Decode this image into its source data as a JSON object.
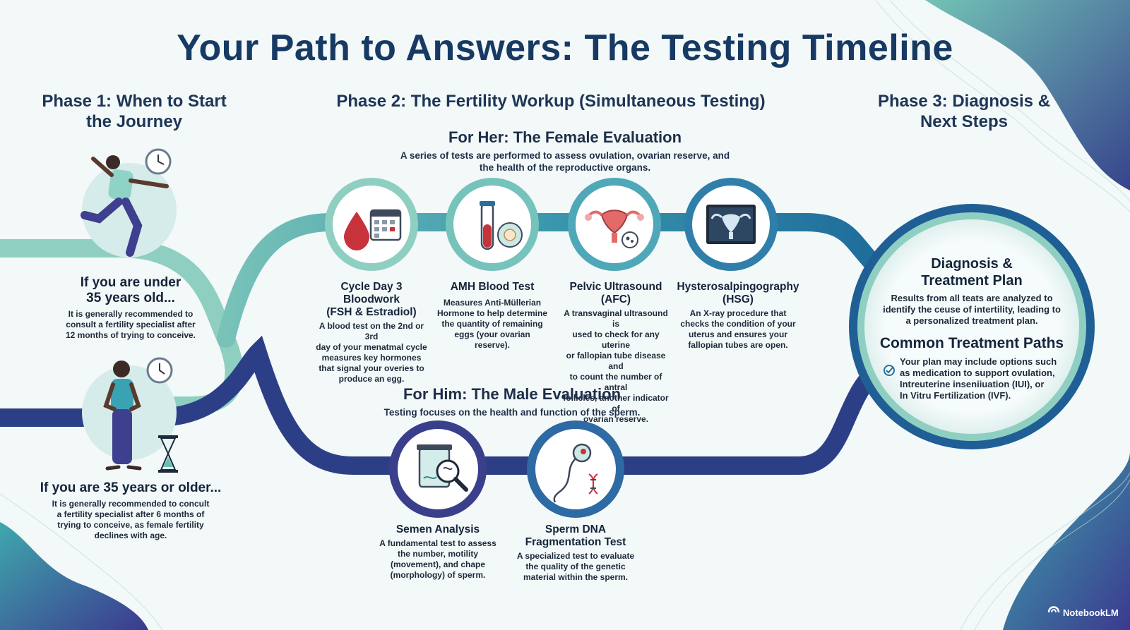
{
  "title": "Your Path to Answers: The Testing Timeline",
  "phase1": {
    "heading_line1": "Phase 1: When to Start",
    "heading_line2": "the Journey",
    "under35": {
      "heading_line1": "If you are under",
      "heading_line2": "35 years old...",
      "desc": [
        "It is generally recommended to",
        "consult a fertility specialist after",
        "12 months of trying to conceive."
      ]
    },
    "over35": {
      "heading": "If you are 35 years or older...",
      "desc": [
        "It is generally recommended to concult",
        "a fertility specialist after 6 months of",
        "trying to conceive, as female fertility",
        "declines with age."
      ]
    }
  },
  "phase2": {
    "heading": "Phase 2: The Fertility Workup (Simultaneous Testing)",
    "female": {
      "heading": "For Her: The Female Evaluation",
      "sub": [
        "A series of tests are performed to assess ovulation, ovarian reserve, and",
        "the health of the reproductive organs."
      ],
      "tests": [
        {
          "name": [
            "Cycle Day 3 Bloodwork",
            "(FSH & Estradiol)"
          ],
          "icon": "blood-drop-calendar-icon",
          "desc": [
            "A blood test on the 2nd or 3rd",
            "day of your menatmal cycle",
            "measures key hormones",
            "that signal your overies to",
            "produce an egg."
          ]
        },
        {
          "name": [
            "AMH Blood Test"
          ],
          "icon": "test-tube-icon",
          "desc": [
            "Measures Anti-Müllerian",
            "Hormone to help determine",
            "the quantity of remaining",
            "eggs (your ovarian reserve)."
          ]
        },
        {
          "name": [
            "Pelvic Ultrasound",
            "(AFC)"
          ],
          "icon": "uterus-ultrasound-icon",
          "desc": [
            "A transvaginal ultrasound is",
            "used to check for any uterine",
            "or fallopian tube disease and",
            "to count the number of antral",
            "follicles, another indicator of",
            "ovarian reserve."
          ]
        },
        {
          "name": [
            "Hysterosalpingography",
            "(HSG)"
          ],
          "icon": "xray-uterus-icon",
          "desc": [
            "An X-ray procedure that",
            "checks the condition of your",
            "uterus and ensures your",
            "fallopian tubes are open."
          ]
        }
      ]
    },
    "male": {
      "heading": "For Him: The Male Evaluation",
      "sub": "Testing focuses on the health and function of the sperm.",
      "tests": [
        {
          "name": [
            "Semen Analysis"
          ],
          "icon": "semen-sample-magnifier-icon",
          "desc": [
            "A fundamental test to assess",
            "the number, motility",
            "(movement), and chape",
            "(morphology) of sperm."
          ]
        },
        {
          "name": [
            "Sperm DNA",
            "Fragmentation Test"
          ],
          "icon": "sperm-dna-icon",
          "desc": [
            "A specialized test to evaluate",
            "the quality of the genetic",
            "material within the sperm."
          ]
        }
      ]
    }
  },
  "phase3": {
    "heading_line1": "Phase 3: Diagnosis &",
    "heading_line2": "Next Steps",
    "diagnosis": {
      "heading_line1": "Diagnosis &",
      "heading_line2": "Treatment Plan",
      "desc": [
        "Results from all teats are analyzed to",
        "identify the ceuse of intertility, leading to",
        "a personalized treatment plan."
      ]
    },
    "treatment": {
      "heading": "Common Treatment Paths",
      "desc": [
        "Your plan may include options such",
        "as medication to support ovulation,",
        "Intreuterine inseniiuation (IUI), or",
        "In Vitru Fertilization (IVF)."
      ]
    }
  },
  "brand": "NotebookLM",
  "colors": {
    "teal": "#8fcfc2",
    "navy": "#2c3f86",
    "steel": "#2a6f9b",
    "title": "#163a63"
  }
}
